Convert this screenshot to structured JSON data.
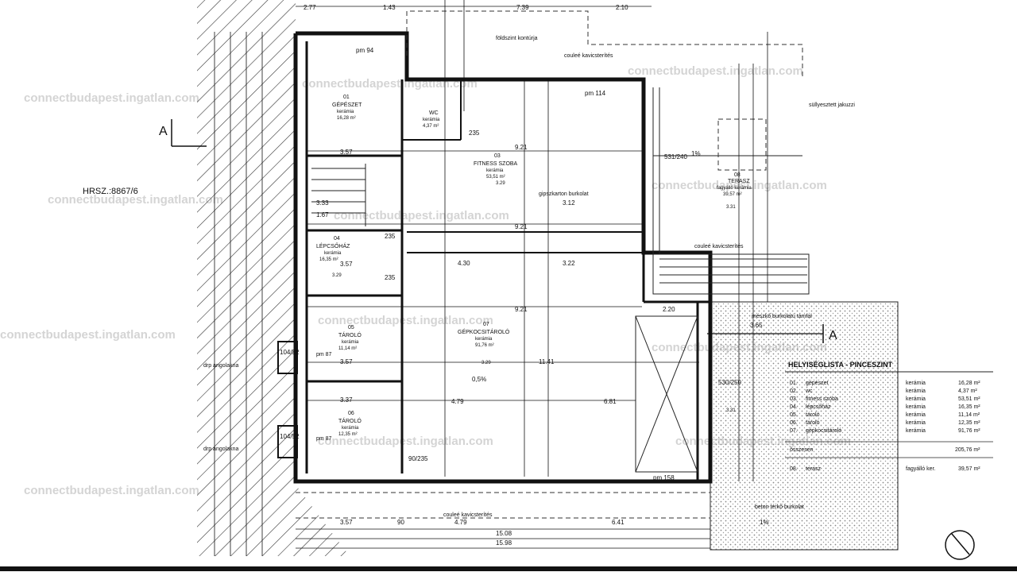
{
  "parcel": {
    "label": "HRSZ.:8867/6"
  },
  "section": {
    "left": "A",
    "right": "A"
  },
  "top_dims": [
    "2.77",
    "1.43",
    "7.39",
    "2.10"
  ],
  "annotations": {
    "ground_contour": "földszint kontúrja",
    "gravel_top": "couleé kavicsterítés",
    "gravel_mid": "couleé kavicsterítés",
    "gravel_bottom": "couleé kavicsterítés",
    "jacuzzi": "süllyesztett jakuzzi",
    "gypsum": "gipszkarton burkolat",
    "stone_wall": "mészkő burkolatú támfal",
    "concrete_paving": "beton térkő burkolat",
    "conc_1": "drp angolakna",
    "conc_2": "drp angolakna",
    "slope_terrace": "1%",
    "slope_garage": "0,5%",
    "slope_yard": "1%"
  },
  "rooms": [
    {
      "num": "01",
      "name": "GÉPÉSZET",
      "mat": "kerámia",
      "area": "16,28 m²"
    },
    {
      "num": "02",
      "name": "WC",
      "mat": "kerámia",
      "area": "4,37 m²"
    },
    {
      "num": "03",
      "name": "FITNESS SZOBA",
      "mat": "kerámia",
      "area": "53,51 m²"
    },
    {
      "num": "04",
      "name": "LÉPCSŐHÁZ",
      "mat": "kerámia",
      "area": "16,35 m²"
    },
    {
      "num": "05",
      "name": "TÁROLÓ",
      "mat": "kerámia",
      "area": "11,14 m²"
    },
    {
      "num": "06",
      "name": "TÁROLÓ",
      "mat": "kerámia",
      "area": "12,35 m²"
    },
    {
      "num": "07",
      "name": "GÉPKOCSITÁROLÓ",
      "mat": "kerámia",
      "area": "91,76 m²"
    },
    {
      "num": "08",
      "name": "TERASZ",
      "mat": "fagyálló kerámia",
      "area": "39,57 m²"
    }
  ],
  "pm_labels": [
    "pm 94",
    "pm 114",
    "pm 158",
    "pm 87",
    "pm 87"
  ],
  "levels": [
    "3.29",
    "3.29",
    "3.29",
    "3.31",
    "3.31"
  ],
  "windows": [
    "104/52",
    "104/52"
  ],
  "inner_dims": {
    "d1": "9.21",
    "d2": "9.21",
    "d3": "9.21",
    "d4": "4.30",
    "d5": "3.22",
    "d6": "3.12",
    "d7": "11.41",
    "d8": "4.79",
    "d9": "6.81",
    "d10": "3.57",
    "d11": "3.57",
    "d12": "3.57",
    "d13": "3.37",
    "d14": "3.33",
    "d15": "1.67",
    "d16": "2.20",
    "d17": "3.65",
    "d18": "530/250",
    "d19": "531/240",
    "d20": "235",
    "d21": "235",
    "d22": "235",
    "d23": "90/235",
    "d24": "0.5%"
  },
  "bottom_dims": [
    "3.57",
    "90",
    "4.79",
    "6.41",
    "15.08",
    "15.98"
  ],
  "legend": {
    "title": "HELYISÉGLISTA - PINCESZINT",
    "rows": [
      {
        "num": "01.",
        "name": "gépészet",
        "mat": "kerámia",
        "area": "16,28 m²"
      },
      {
        "num": "02.",
        "name": "wc",
        "mat": "kerámia",
        "area": "4,37 m²"
      },
      {
        "num": "03.",
        "name": "fitness szoba",
        "mat": "kerámia",
        "area": "53,51 m²"
      },
      {
        "num": "04.",
        "name": "lépcsőház",
        "mat": "kerámia",
        "area": "16,35 m²"
      },
      {
        "num": "05.",
        "name": "tároló",
        "mat": "kerámia",
        "area": "11,14 m²"
      },
      {
        "num": "06.",
        "name": "tároló",
        "mat": "kerámia",
        "area": "12,35 m²"
      },
      {
        "num": "07.",
        "name": "gépkocsitároló",
        "mat": "kerámia",
        "area": "91,76 m²"
      }
    ],
    "total_label": "összesen",
    "total_area": "205,76 m²",
    "terrace": {
      "num": "08.",
      "name": "terasz",
      "mat": "fagyálló ker.",
      "area": "39,57 m²"
    }
  },
  "watermark": "connectbudapest.ingatlan.com"
}
